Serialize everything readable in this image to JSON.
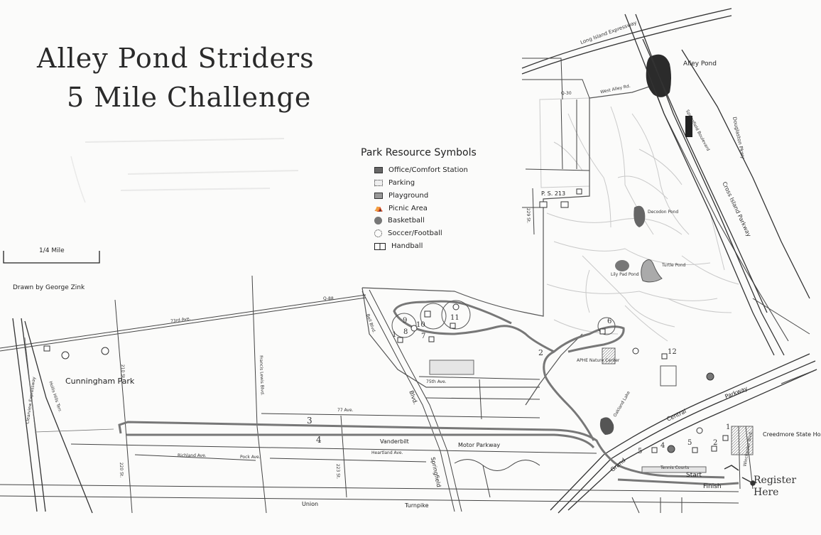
{
  "title": {
    "line1": "Alley Pond Striders",
    "line2": "5 Mile Challenge"
  },
  "legend": {
    "title": "Park Resource Symbols",
    "items": [
      {
        "label": "Office/Comfort Station",
        "icon": "office-icon"
      },
      {
        "label": "Parking",
        "icon": "parking-icon"
      },
      {
        "label": "Playground",
        "icon": "playground-icon"
      },
      {
        "label": "Picnic Area",
        "icon": "picnic-icon"
      },
      {
        "label": "Basketball",
        "icon": "basketball-icon"
      },
      {
        "label": "Soccer/Football",
        "icon": "soccer-icon"
      },
      {
        "label": "Handball",
        "icon": "handball-icon"
      }
    ]
  },
  "scale_bar": {
    "label": "1/4 Mile"
  },
  "credit": "Drawn by George Zink",
  "places": {
    "cunningham_park": "Cunningham Park",
    "alley_pond": "Alley Pond",
    "ps213": "P. S. 213",
    "creedmore": "Creedmore State Hospital",
    "aphe": "APHE Nature Center",
    "lily_pad_pond": "Lily Pad Pond",
    "turtle_pond": "Turtle Pond",
    "decodon_pond": "Decodon Pond",
    "tennis_courts": "Tennis Courts",
    "oakland_lake": "Oakland Lake"
  },
  "roads": {
    "lie": "Long Island Expressway",
    "west_alley": "West Alley Rd.",
    "q30": "Q-30",
    "cross_island": "Cross Island Parkway",
    "douglaston": "Douglaston Pkwy",
    "springfield_blvd_service": "Springfield Boulevard",
    "ave73": "73rd Ave.",
    "q88": "Q-88",
    "ave75": "75th Ave.",
    "ave77": "77 Ave.",
    "vanderbilt": "Vanderbilt",
    "motor_parkway": "Motor Parkway",
    "grand": "Grand",
    "central": "Central",
    "parkway": "Parkway",
    "union": "Union",
    "turnpike": "Turnpike",
    "clearview": "Clearview Expressway",
    "hollis_hills": "Hollis Hills Terr.",
    "st210": "210 St.",
    "francis_lewis": "Francis Lewis Blvd.",
    "richland": "Richland Ave.",
    "pock": "Pock Ave.",
    "heartland": "Heartland Ave.",
    "st220": "220 St.",
    "st223": "223 St.",
    "springfield_blvd": "Springfield",
    "blvd": "Blvd.",
    "winchester": "Winchester Blvd.",
    "bell_blvd": "Bell Blvd.",
    "st229": "229 St."
  },
  "course_markers": [
    "1",
    "2",
    "3",
    "4",
    "5"
  ],
  "course": {
    "start": "Start",
    "finish": "Finish",
    "register": [
      "Register",
      "Here"
    ]
  },
  "field_numbers": [
    "1",
    "2",
    "4",
    "5",
    "6",
    "7",
    "8",
    "9",
    "10",
    "11",
    "12"
  ]
}
